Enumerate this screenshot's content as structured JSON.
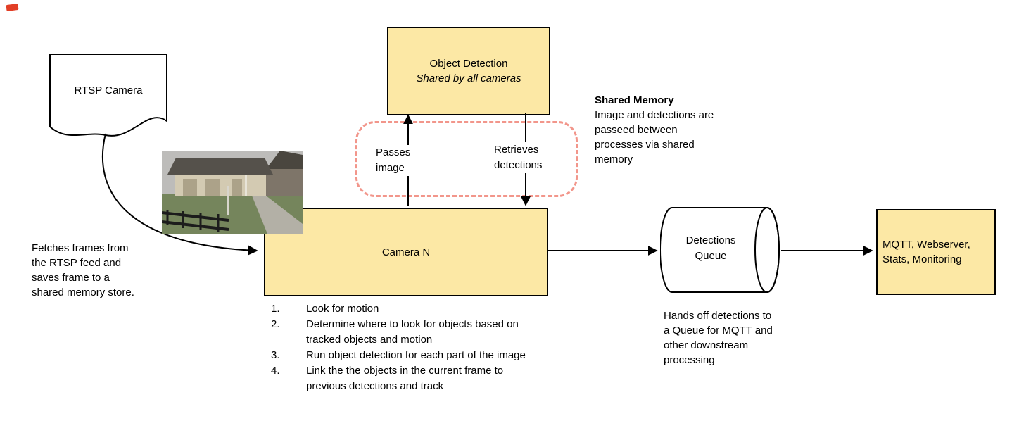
{
  "nodes": {
    "rtsp_camera": {
      "label": "RTSP Camera"
    },
    "object_detection": {
      "title": "Object Detection",
      "subtitle": "Shared by all cameras"
    },
    "camera_n": {
      "label": "Camera N"
    },
    "detections_queue": {
      "label": "Detections Queue"
    },
    "outputs": {
      "label": "MQTT, Webserver, Stats, Monitoring"
    }
  },
  "edge_labels": {
    "passes_image": "Passes image",
    "retrieves_detections": "Retrieves detections"
  },
  "notes": {
    "shared_memory_title": "Shared Memory",
    "shared_memory_body": "Image and detections are passeed between processes via shared memory",
    "fetch_note": "Fetches frames from the RTSP feed and saves frame to a shared memory store.",
    "handoff_note": "Hands off detections to a Queue for MQTT and other downstream processing"
  },
  "camera_steps": [
    "Look for motion",
    "Determine where to look for objects based on tracked objects and motion",
    "Run object detection for each part of the image",
    "Link the the objects in the current frame to previous detections and track"
  ],
  "colors": {
    "node_fill": "#FCE8A5",
    "node_border": "#000000",
    "shared_memory_outline": "#F2968B",
    "arrow": "#000000"
  }
}
